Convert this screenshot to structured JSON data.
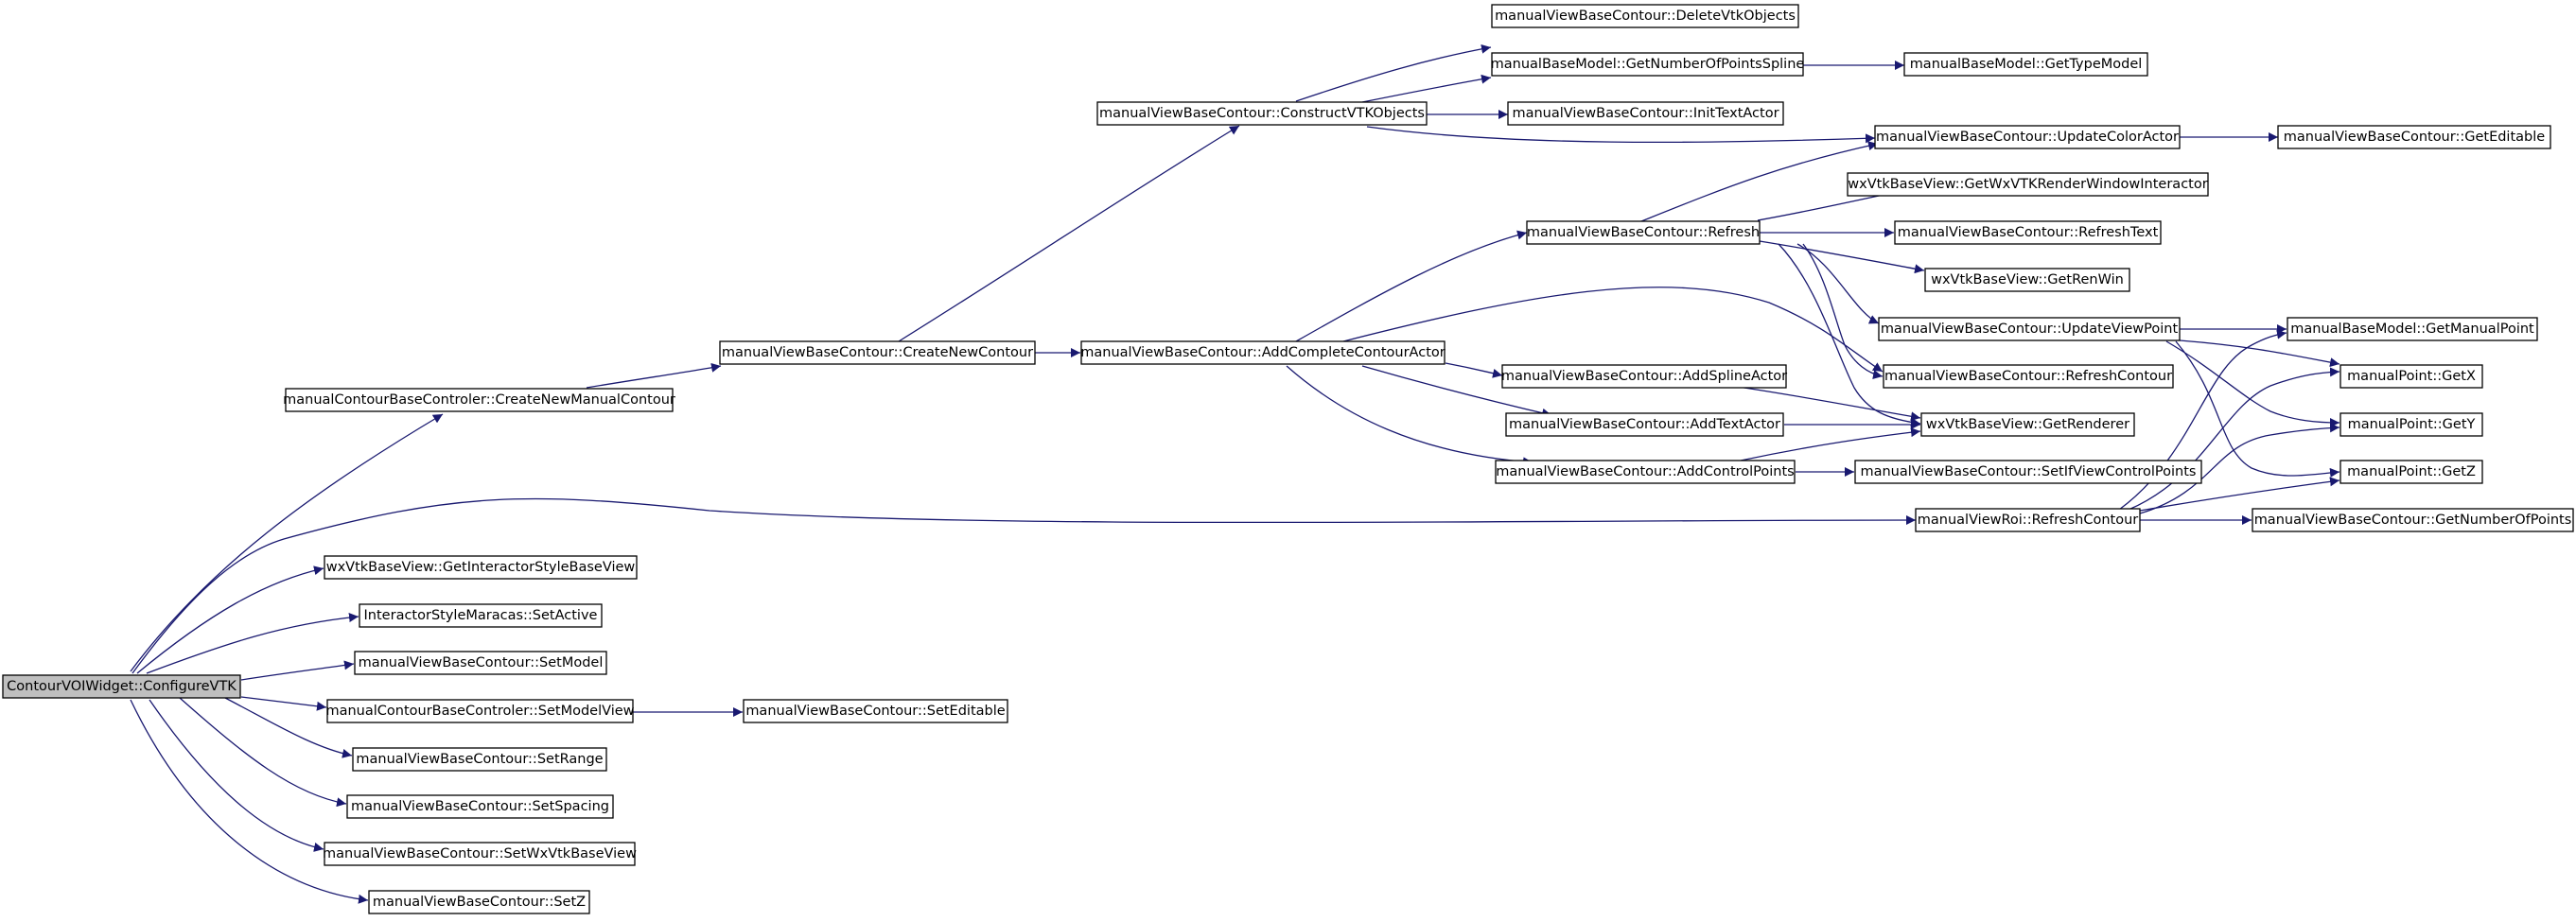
{
  "graph": {
    "nodes": {
      "configure_vtk": "ContourVOIWidget::ConfigureVTK",
      "create_new_manual_contour": "manualContourBaseControler::CreateNewManualContour",
      "create_new_contour": "manualViewBaseContour::CreateNewContour",
      "construct_vtk_objects": "manualViewBaseContour::ConstructVTKObjects",
      "delete_vtk_objects": "manualViewBaseContour::DeleteVtkObjects",
      "get_number_of_points_spline": "manualBaseModel::GetNumberOfPointsSpline",
      "get_type_model": "manualBaseModel::GetTypeModel",
      "init_text_actor": "manualViewBaseContour::InitTextActor",
      "update_color_actor": "manualViewBaseContour::UpdateColorActor",
      "get_editable": "manualViewBaseContour::GetEditable",
      "get_wx_vtk_render_window_interactor": "wxVtkBaseView::GetWxVTKRenderWindowInteractor",
      "refresh": "manualViewBaseContour::Refresh",
      "refresh_text": "manualViewBaseContour::RefreshText",
      "get_ren_win": "wxVtkBaseView::GetRenWin",
      "update_view_point": "manualViewBaseContour::UpdateViewPoint",
      "get_manual_point": "manualBaseModel::GetManualPoint",
      "add_complete_contour_actor": "manualViewBaseContour::AddCompleteContourActor",
      "refresh_contour": "manualViewBaseContour::RefreshContour",
      "add_spline_actor": "manualViewBaseContour::AddSplineActor",
      "get_x": "manualPoint::GetX",
      "add_text_actor": "manualViewBaseContour::AddTextActor",
      "get_renderer": "wxVtkBaseView::GetRenderer",
      "get_y": "manualPoint::GetY",
      "add_control_points": "manualViewBaseContour::AddControlPoints",
      "set_if_view_control_points": "manualViewBaseContour::SetIfViewControlPoints",
      "get_z": "manualPoint::GetZ",
      "roi_refresh_contour": "manualViewRoi::RefreshContour",
      "get_number_of_points": "manualViewBaseContour::GetNumberOfPoints",
      "get_interactor_style_base_view": "wxVtkBaseView::GetInteractorStyleBaseView",
      "set_active": "InteractorStyleMaracas::SetActive",
      "set_model": "manualViewBaseContour::SetModel",
      "set_model_view": "manualContourBaseControler::SetModelView",
      "set_editable": "manualViewBaseContour::SetEditable",
      "set_range": "manualViewBaseContour::SetRange",
      "set_spacing": "manualViewBaseContour::SetSpacing",
      "set_wx_vtk_base_view": "manualViewBaseContour::SetWxVtkBaseView",
      "set_z": "manualViewBaseContour::SetZ"
    },
    "colors": {
      "edge": "#191970",
      "node_border": "#000000",
      "node_fill": "#ffffff",
      "root_fill": "#bfbfbf",
      "text": "#000000"
    }
  }
}
